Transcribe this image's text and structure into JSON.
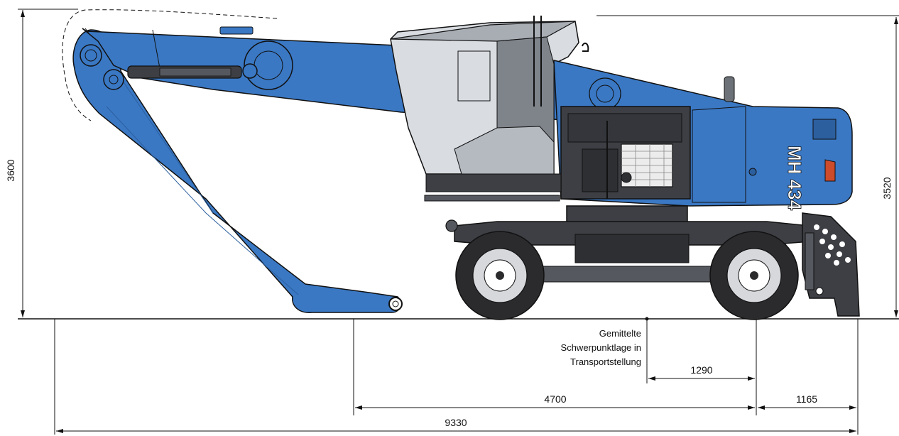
{
  "dimensions": {
    "total_height": "3600",
    "cab_height": "3520",
    "wheelbase": "4700",
    "rear_overhang": "1165",
    "total_length": "9330",
    "cog_offset": "1290"
  },
  "cog_note": {
    "line1": "Gemittelte",
    "line2": "Schwerpunktlage in",
    "line3": "Transportstellung"
  },
  "model_badge": "MH 434",
  "colors": {
    "body_blue": "#3a78c4",
    "body_blue_dark": "#2c5f9e",
    "chassis_dark": "#3d3f44",
    "tire": "#2b2b2e",
    "glass": "#d9dde2",
    "line": "#111111"
  }
}
